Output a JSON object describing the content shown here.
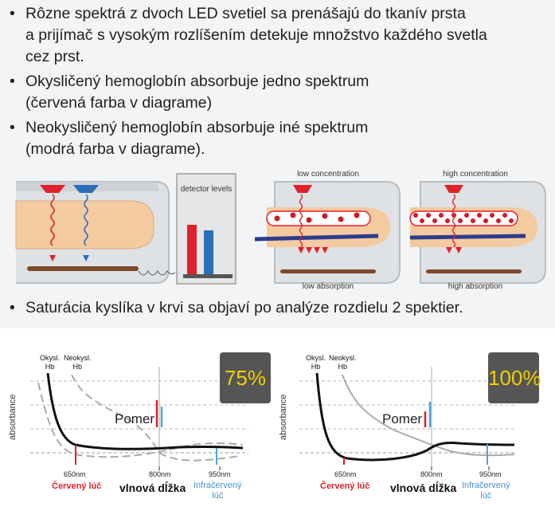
{
  "bullets": [
    {
      "lines": [
        "Rôzne spektrá z dvoch LED svetiel sa prenášajú do tkanív prsta",
        "a prijímač s vysokým rozlíšením detekuje množstvo každého svetla",
        "cez prst."
      ]
    },
    {
      "lines": [
        "Okysličený hemoglobín absorbuje jedno spektrum",
        "(červená farba v diagrame)"
      ]
    },
    {
      "lines": [
        "Neokysličený hemoglobín absorbuje iné spektrum",
        "(modrá farba v diagrame)."
      ]
    }
  ],
  "bullet4": "Saturácia kyslíka v krvi sa objaví po analýze rozdielu 2 spektier.",
  "diagram": {
    "detector_label": "detector levels",
    "low_concentration": "low concentration",
    "high_concentration": "high concentration",
    "low_absorption": "low absorption",
    "high_absorption": "high absorption",
    "detector_levels": {
      "red": 0.62,
      "blue": 0.55
    }
  },
  "colors": {
    "red": "#e0202a",
    "blue": "#2a6fb8",
    "skin": "#f4caa0",
    "gray": "#c9ccce"
  },
  "charts": [
    {
      "percent": "75%",
      "oxy_label": [
        "Okysl.",
        "Hb"
      ],
      "deoxy_label": [
        "Neokysl.",
        "Hb"
      ],
      "ylabel": "absorbance",
      "ticks": [
        "650nm",
        "800nm",
        "950nm"
      ],
      "ratio_label": "Pomer",
      "red_label": "Červený lúč",
      "xlabel": "vlnová dĺžka",
      "ir_label": [
        "Infračervený",
        "lúč"
      ]
    },
    {
      "percent": "100%",
      "oxy_label": [
        "Okysl.",
        "Hb"
      ],
      "deoxy_label": [
        "Neokysl.",
        "Hb"
      ],
      "ylabel": "absorbance",
      "ticks": [
        "650nm",
        "800nm",
        "950nm"
      ],
      "ratio_label": "Pomer",
      "red_label": "Červený lúč",
      "xlabel": "vlnová dĺžka",
      "ir_label": [
        "Infračervený",
        "lúč"
      ]
    }
  ]
}
